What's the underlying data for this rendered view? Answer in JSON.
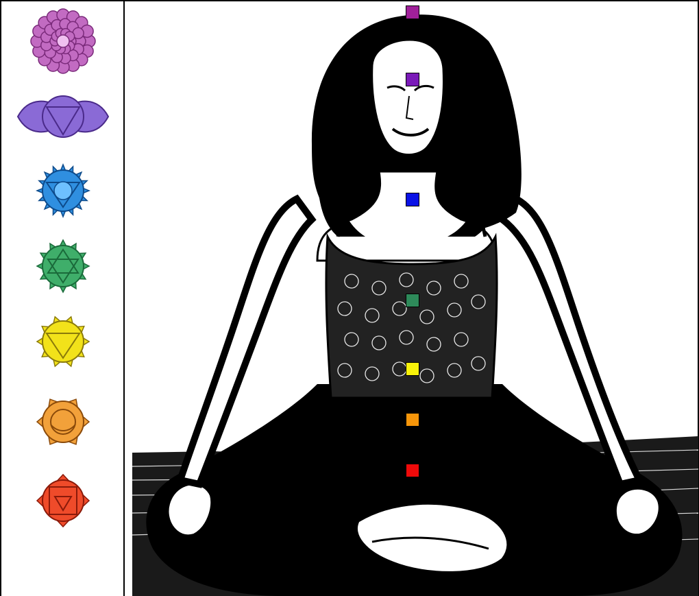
{
  "symbols": [
    {
      "name": "crown",
      "color": "#c26bc2",
      "dark": "#7a2a7a"
    },
    {
      "name": "third-eye",
      "color": "#8a6ad6",
      "dark": "#4a2a8a"
    },
    {
      "name": "throat",
      "color": "#2f8fe0",
      "dark": "#0d4a8a"
    },
    {
      "name": "heart",
      "color": "#3fae6a",
      "dark": "#1a6a3a"
    },
    {
      "name": "solar-plexus",
      "color": "#f2e21a",
      "dark": "#8a7a0a"
    },
    {
      "name": "sacral",
      "color": "#f2a13a",
      "dark": "#8a4a0a"
    },
    {
      "name": "root",
      "color": "#ef4b2a",
      "dark": "#8a1a0a"
    }
  ],
  "markers": [
    {
      "name": "crown",
      "color": "#a0209a"
    },
    {
      "name": "third-eye",
      "color": "#7a1ab8"
    },
    {
      "name": "throat",
      "color": "#0a12e6"
    },
    {
      "name": "heart",
      "color": "#2e8a5a"
    },
    {
      "name": "solar-plexus",
      "color": "#f8f20a"
    },
    {
      "name": "sacral",
      "color": "#f7960a"
    },
    {
      "name": "root",
      "color": "#ef0a0a"
    }
  ],
  "colors": {
    "figure": "#000000",
    "background": "#ffffff",
    "floor": "#1a1a1a"
  }
}
